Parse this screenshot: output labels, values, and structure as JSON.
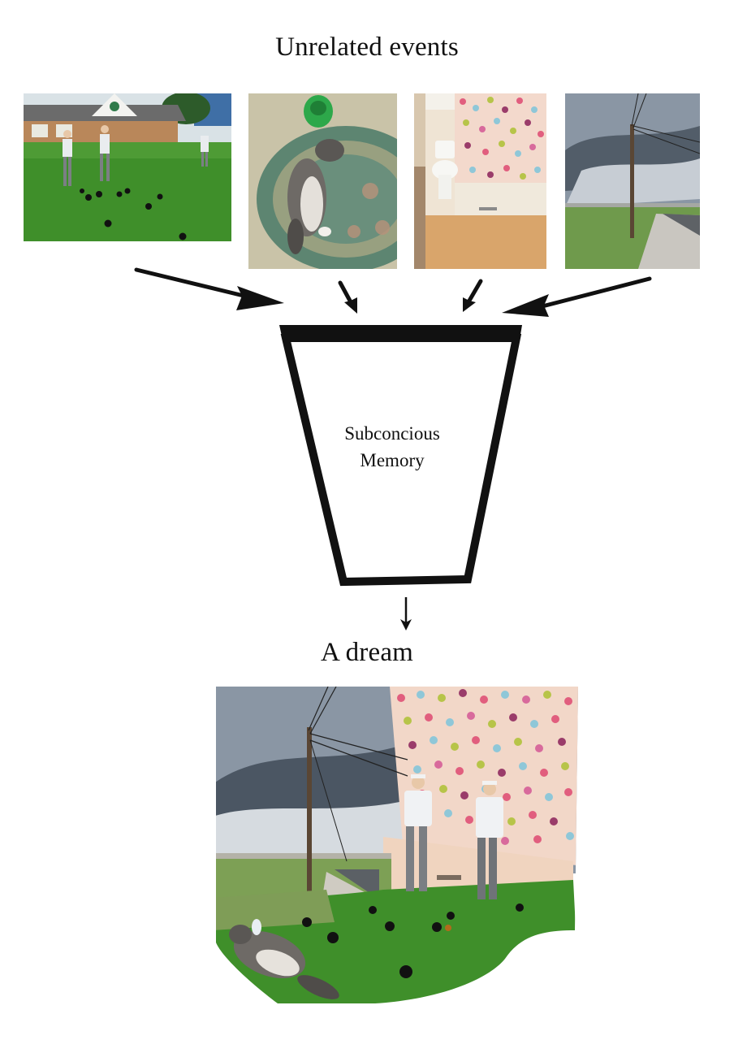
{
  "header": {
    "title": "Unrelated events"
  },
  "events": [
    {
      "name": "lawn-bowls-photo"
    },
    {
      "name": "cat-on-rug-photo"
    },
    {
      "name": "polka-dot-bathroom-photo"
    },
    {
      "name": "stormy-street-photo"
    }
  ],
  "funnel": {
    "line1": "Subconcious",
    "line2": "Memory"
  },
  "result": {
    "title": "A dream"
  },
  "colors": {
    "grass": "#3f8f2a",
    "sky": "#8a96a4",
    "dots": [
      "#e15e7e",
      "#8fc7d8",
      "#b7c449",
      "#9a3c6a",
      "#d86a9c"
    ],
    "funnel_stroke": "#111111"
  }
}
